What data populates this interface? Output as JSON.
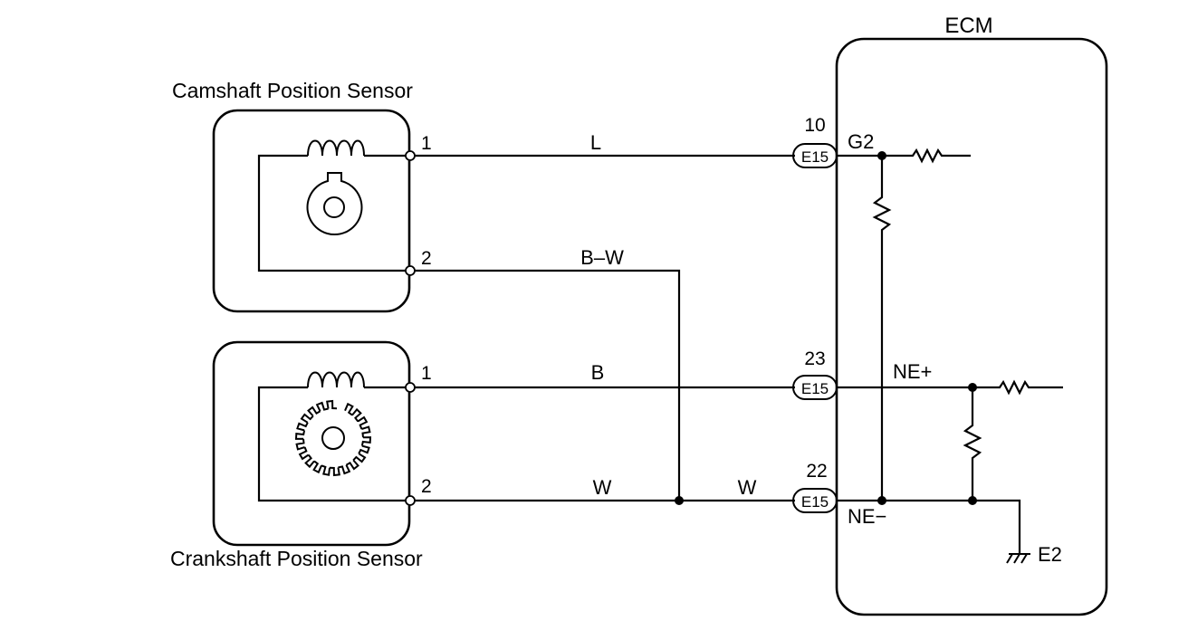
{
  "ecm": {
    "label": "ECM",
    "pins": {
      "g2": "G2",
      "ne_plus": "NE+",
      "ne_minus": "NE−",
      "e2": "E2"
    }
  },
  "sensors": {
    "camshaft": {
      "label": "Camshaft Position Sensor",
      "terminal1": "1",
      "terminal2": "2"
    },
    "crankshaft": {
      "label": "Crankshaft Position Sensor",
      "terminal1": "1",
      "terminal2": "2"
    }
  },
  "wires": {
    "cam1": "L",
    "cam2": "B–W",
    "crank1": "B",
    "crank2": "W",
    "ecm_w": "W"
  },
  "connectors": {
    "c10": {
      "pin": "10",
      "label": "E15"
    },
    "c23": {
      "pin": "23",
      "label": "E15"
    },
    "c22": {
      "pin": "22",
      "label": "E15"
    }
  }
}
